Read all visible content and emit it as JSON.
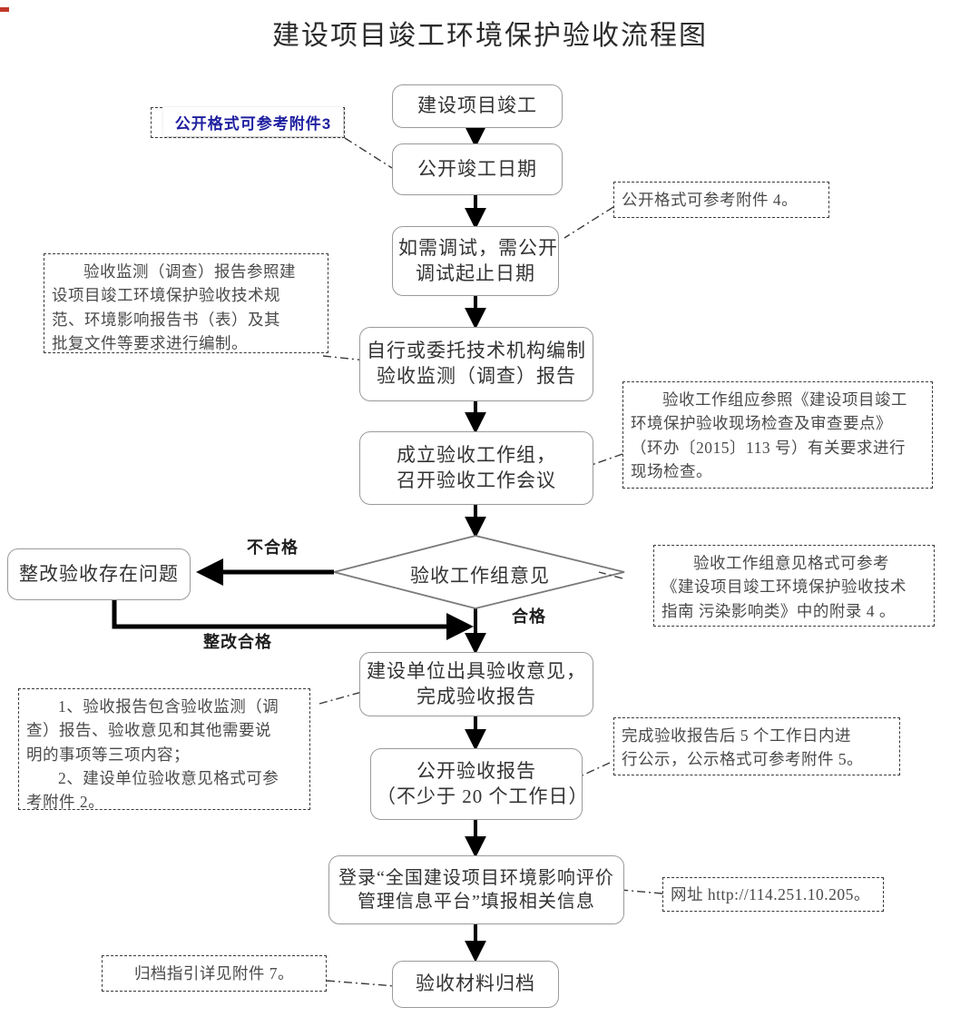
{
  "title": "建设项目竣工环境保护验收流程图",
  "nodes": [
    {
      "id": "n1",
      "lines": [
        "建设项目竣工"
      ]
    },
    {
      "id": "n2",
      "lines": [
        "公开竣工日期"
      ]
    },
    {
      "id": "n3",
      "lines": [
        "如需调试，需公开",
        "调试起止日期"
      ]
    },
    {
      "id": "n4",
      "lines": [
        "自行或委托技术机构编制",
        "验收监测（调查）报告"
      ]
    },
    {
      "id": "n5",
      "lines": [
        "成立验收工作组，",
        "召开验收工作会议"
      ]
    },
    {
      "id": "n6",
      "lines": [
        "整改验收存在问题"
      ]
    },
    {
      "id": "n7",
      "lines": [
        "建设单位出具验收意见，",
        "完成验收报告"
      ]
    },
    {
      "id": "n8",
      "lines": [
        "公开验收报告",
        "（不少于 20 个工作日）"
      ]
    },
    {
      "id": "n9",
      "lines": [
        "登录“全国建设项目环境影响评价",
        "管理信息平台”填报相关信息"
      ]
    },
    {
      "id": "n10",
      "lines": [
        "验收材料归档"
      ]
    }
  ],
  "decision": {
    "label": "验收工作组意见"
  },
  "edge_labels": {
    "fail": "不合格",
    "pass": "合格",
    "rectified": "整改合格"
  },
  "notes": {
    "note_attachment3": "公开格式可参考附件3",
    "note_attachment4": [
      "公开格式可参考附件 4。"
    ],
    "note_monitor_report": [
      "验收监测（调查）报告参照建",
      "设项目竣工环境保护验收技术规",
      "范、环境影响报告书（表）及其",
      "批复文件等要求进行编制。"
    ],
    "note_workgroup": [
      "验收工作组应参照《建设项目竣工",
      "环境保护验收现场检查及审查要点》",
      "（环办〔2015〕113 号）有关要求进行",
      "现场检查。"
    ],
    "note_opinion_format": [
      "验收工作组意见格式可参考",
      "《建设项目竣工环境保护验收技术",
      "指南 污染影响类》中的附录 4 。"
    ],
    "note_report_content": [
      "1、验收报告包含验收监测（调",
      "查）报告、验收意见和其他需要说",
      "明的事项等三项内容；",
      "2、建设单位验收意见格式可参",
      "考附件 2。"
    ],
    "note_publicity": [
      "完成验收报告后 5 个工作日内进",
      "行公示，公示格式可参考附件 5。"
    ],
    "note_website": [
      "网址 http://114.251.10.205。"
    ],
    "note_archive": [
      "归档指引详见附件 7。"
    ]
  },
  "colors": {
    "node_border": "#9a9a9a",
    "note_border": "#3a3a3a",
    "arrow": "#000000",
    "callout_text": "#1f1fa0",
    "diamond_border": "#7a7a7a"
  }
}
